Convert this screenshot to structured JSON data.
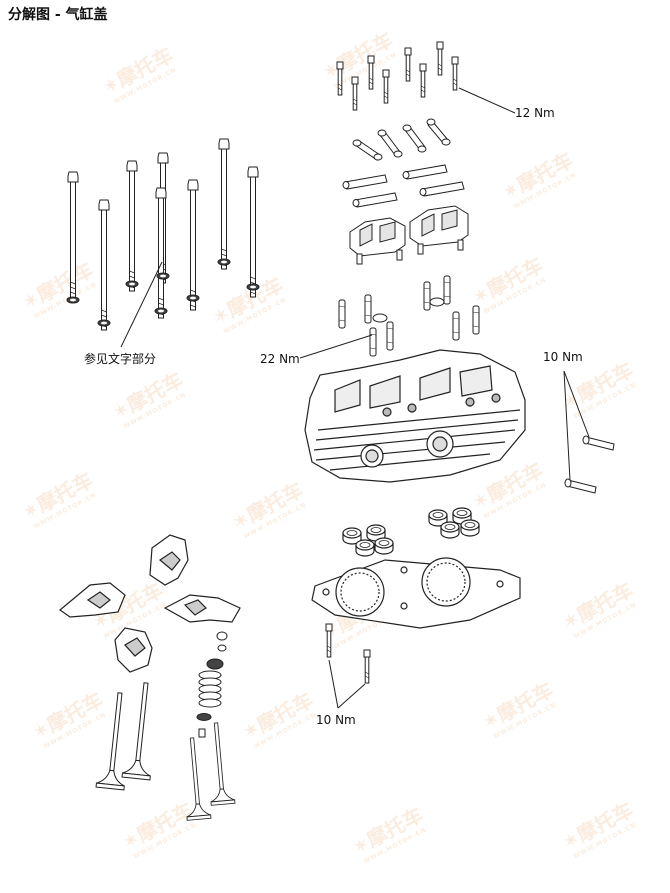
{
  "title": "分解图 - 气缸盖",
  "labels": {
    "bolts_top_torque": "12 Nm",
    "see_text": "参见文字部分",
    "studs_torque": "22 Nm",
    "dowel_torque": "10 Nm",
    "bottom_bolts_torque": "10 Nm"
  },
  "watermark": {
    "brand": "摩托车",
    "sub": "WWW.MOTOR.CN"
  },
  "colors": {
    "line": "#222222",
    "fill": "#ffffff",
    "shade": "#dcdcdc",
    "watermark": "#f3c9a6"
  }
}
